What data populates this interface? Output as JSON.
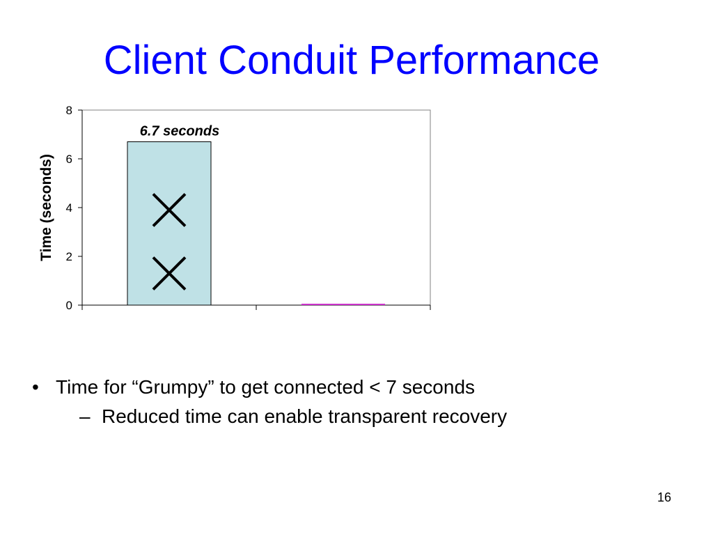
{
  "slide": {
    "title": "Client Conduit Performance",
    "bullets": [
      {
        "text": "Time for “Grumpy” to get connected < 7 seconds",
        "sub": [
          "Reduced time can enable transparent recovery"
        ]
      }
    ],
    "page_number": "16",
    "bullet_marker": "•",
    "sub_marker": "–"
  },
  "chart_data": {
    "type": "bar",
    "categories": [
      "",
      ""
    ],
    "values": [
      6.7,
      0.05
    ],
    "ylabel": "Time (seconds)",
    "ylim": [
      0,
      8
    ],
    "yticks": [
      0,
      2,
      4,
      6,
      8
    ],
    "annotation": "6.7 seconds",
    "grid": false,
    "legend": "none",
    "bar_colors": [
      "#bfe1e6",
      "#cc33cc"
    ],
    "cross_marks": 2
  },
  "colors": {
    "title": "#0000ff",
    "bar_outline": "#000000"
  }
}
